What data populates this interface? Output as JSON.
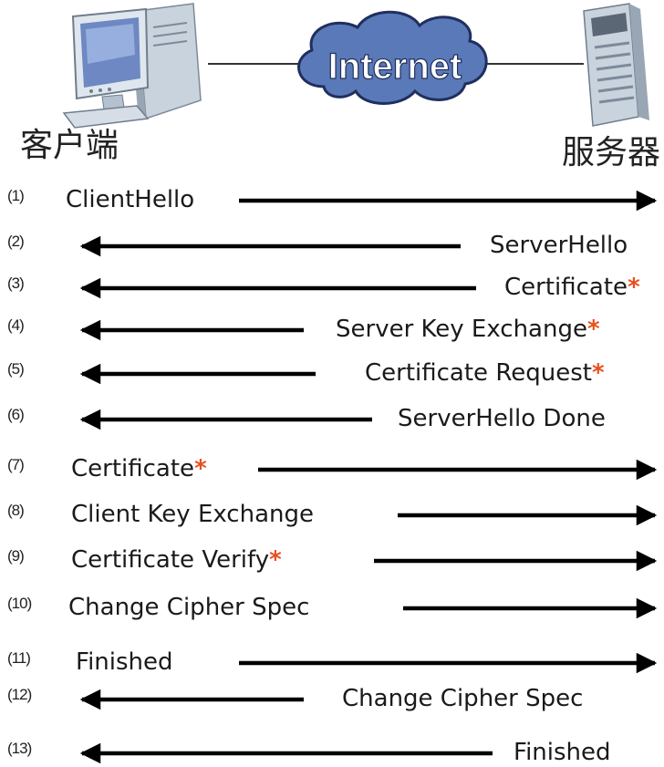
{
  "actors": {
    "client": "客户端",
    "server": "服务器",
    "network": "Internet"
  },
  "colors": {
    "cloud_fill": "#5a79b8",
    "cloud_stroke": "#1f2f5e",
    "optional_marker": "#e8501e",
    "arrow": "#000000"
  },
  "optional_marker": "*",
  "steps": [
    {
      "num": "(1)",
      "label": "ClientHello",
      "direction": "client-to-server",
      "optional": false
    },
    {
      "num": "(2)",
      "label": "ServerHello",
      "direction": "server-to-client",
      "optional": false
    },
    {
      "num": "(3)",
      "label": "Certificate",
      "direction": "server-to-client",
      "optional": true
    },
    {
      "num": "(4)",
      "label": "Server Key Exchange",
      "direction": "server-to-client",
      "optional": true
    },
    {
      "num": "(5)",
      "label": "Certificate Request",
      "direction": "server-to-client",
      "optional": true
    },
    {
      "num": "(6)",
      "label": "ServerHello Done",
      "direction": "server-to-client",
      "optional": false
    },
    {
      "num": "(7)",
      "label": "Certificate",
      "direction": "client-to-server",
      "optional": true
    },
    {
      "num": "(8)",
      "label": "Client Key Exchange",
      "direction": "client-to-server",
      "optional": false
    },
    {
      "num": "(9)",
      "label": "Certificate Verify",
      "direction": "client-to-server",
      "optional": true
    },
    {
      "num": "(10)",
      "label": "Change Cipher Spec",
      "direction": "client-to-server",
      "optional": false
    },
    {
      "num": "(11)",
      "label": "Finished",
      "direction": "client-to-server",
      "optional": false
    },
    {
      "num": "(12)",
      "label": "Change Cipher Spec",
      "direction": "server-to-client",
      "optional": false
    },
    {
      "num": "(13)",
      "label": "Finished",
      "direction": "server-to-client",
      "optional": false
    }
  ]
}
